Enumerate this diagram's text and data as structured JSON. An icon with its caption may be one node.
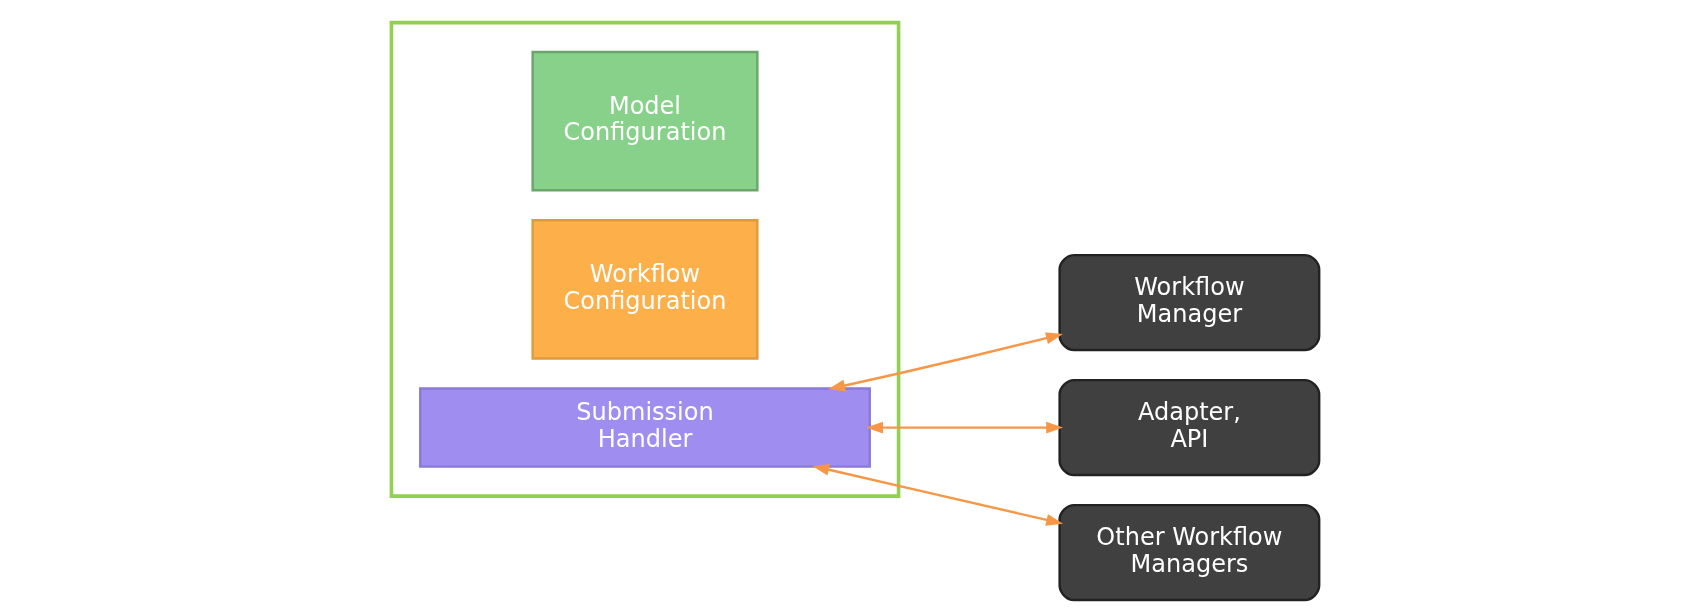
{
  "diagram": {
    "nodes": [
      {
        "text": [],
        "shape": "box"
      },
      {
        "text": [
          "Model Configuration"
        ],
        "in": 0
      },
      {
        "text": [
          "Workflow Configuration"
        ],
        "in": 0
      },
      {
        "text": [
          "Submission Handler"
        ],
        "in": 0
      },
      {
        "text": [
          "Workflow Manager"
        ]
      },
      {
        "text": [
          "Adapter, API"
        ]
      },
      {
        "text": [
          "Other Workflow Managers"
        ]
      }
    ],
    "edges": [
      {
        "from": 3,
        "to": 4,
        "arrow": "both"
      },
      {
        "from": 3,
        "to": 5,
        "arrow": "both"
      },
      {
        "from": 3,
        "to": 6,
        "arrow": "both"
      }
    ]
  }
}
